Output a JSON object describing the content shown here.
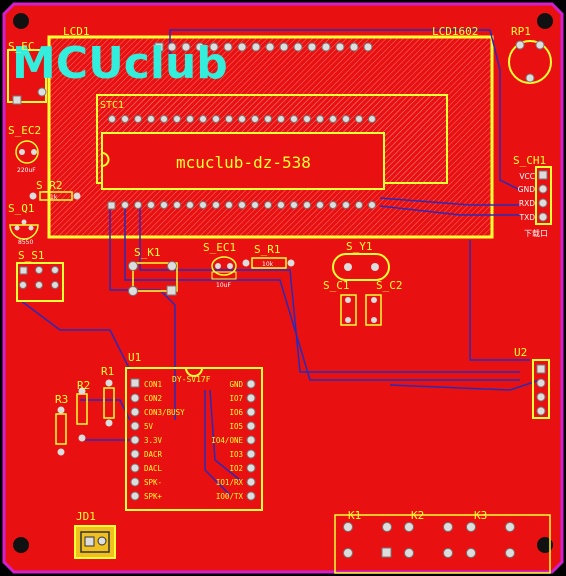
{
  "logo": "MCUclub",
  "chip_text": "mcuclub-dz-538",
  "designators": {
    "lcd1": "LCD1",
    "lcd1602": "LCD1602",
    "rp1": "RP1",
    "stc1": "STC1",
    "s_ec": "S_EC",
    "s_ec2": "S_EC2",
    "s_r2": "S_R2",
    "s_q1": "S_Q1",
    "s_s1": "S_S1",
    "s_k1": "S_K1",
    "s_ec1": "S_EC1",
    "s_r1": "S_R1",
    "s_y1": "S_Y1",
    "s_c1": "S_C1",
    "s_c2": "S_C2",
    "s_ch1": "S_CH1",
    "u1": "U1",
    "u2": "U2",
    "r1": "R1",
    "r2": "R2",
    "r3": "R3",
    "jd1": "JD1",
    "k1": "K1",
    "k2": "K2",
    "k3": "K3"
  },
  "u1_module": "DY-SV17F",
  "u1_left_pins": [
    "CON1",
    "CON2",
    "CON3/BUSY",
    "5V",
    "3.3V",
    "DACR",
    "DACL",
    "SPK-",
    "SPK+"
  ],
  "u1_right_pins": [
    "GND",
    "IO7",
    "IO6",
    "IO5",
    "IO4/ONE",
    "IO3",
    "IO2",
    "IO1/RX",
    "IO0/TX"
  ],
  "s_ch1_pins": [
    "VCC",
    "GND",
    "RXD",
    "TXD"
  ],
  "s_ch1_note": "下载口",
  "small_marks": {
    "s_ec2_val": "220uF",
    "s_r2_val": "1k",
    "s_q1_val": "8550",
    "s_ec1_val": "10uF",
    "s_r1_val": "10k"
  },
  "colors": {
    "board": "#ee1111",
    "hatch": "#ff6666",
    "silk": "#ffff33",
    "trace_blue": "#2222bb",
    "logo": "#33eedd"
  }
}
